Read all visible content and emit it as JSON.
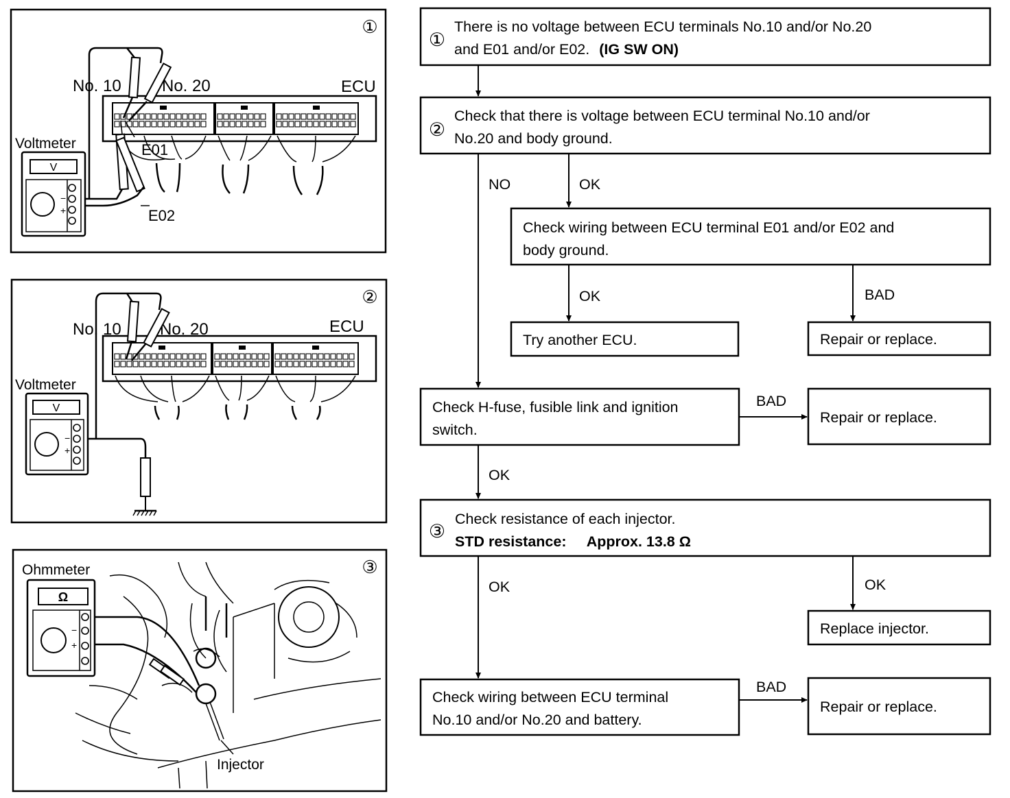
{
  "figures": [
    {
      "number": "①",
      "meter": "Voltmeter",
      "meter_symbol": "V",
      "labels": {
        "no10": "No. 10",
        "no20": "No. 20",
        "ecu": "ECU",
        "e01": "E01",
        "e02": "E02"
      }
    },
    {
      "number": "②",
      "meter": "Voltmeter",
      "meter_symbol": "V",
      "labels": {
        "no10": "No. 10",
        "no20": "No. 20",
        "ecu": "ECU"
      }
    },
    {
      "number": "③",
      "meter": "Ohmmeter",
      "meter_symbol": "Ω",
      "labels": {
        "injector": "Injector"
      }
    }
  ],
  "meter_signs": {
    "minus": "−",
    "plus": "+"
  },
  "flow": {
    "step1": {
      "number": "①",
      "line1": "There is no voltage between ECU terminals No.10 and/or No.20",
      "line2a": "and E01 and/or E02.",
      "line2b": "(IG SW ON)"
    },
    "step2": {
      "number": "②",
      "line1": "Check that there is voltage between ECU terminal No.10 and/or",
      "line2": "No.20 and body ground."
    },
    "check_ground": {
      "line1": "Check wiring between ECU terminal E01 and/or E02 and",
      "line2": "body ground."
    },
    "try_ecu": "Try another ECU.",
    "repair1": "Repair or replace.",
    "check_fuse": {
      "line1": "Check H-fuse, fusible link and ignition",
      "line2": "switch."
    },
    "repair2": "Repair or replace.",
    "step3": {
      "number": "③",
      "line1": "Check resistance of each injector.",
      "std_label": "STD resistance:",
      "std_value": "Approx. 13.8 Ω"
    },
    "replace_injector": "Replace injector.",
    "check_battery": {
      "line1": "Check wiring between ECU terminal",
      "line2": "No.10 and/or No.20 and battery."
    },
    "repair3": "Repair or replace.",
    "edges": {
      "no": "NO",
      "ok1": "OK",
      "ok2": "OK",
      "bad1": "BAD",
      "bad2": "BAD",
      "ok3": "OK",
      "ok4": "OK",
      "ok5": "OK",
      "bad3": "BAD"
    }
  }
}
